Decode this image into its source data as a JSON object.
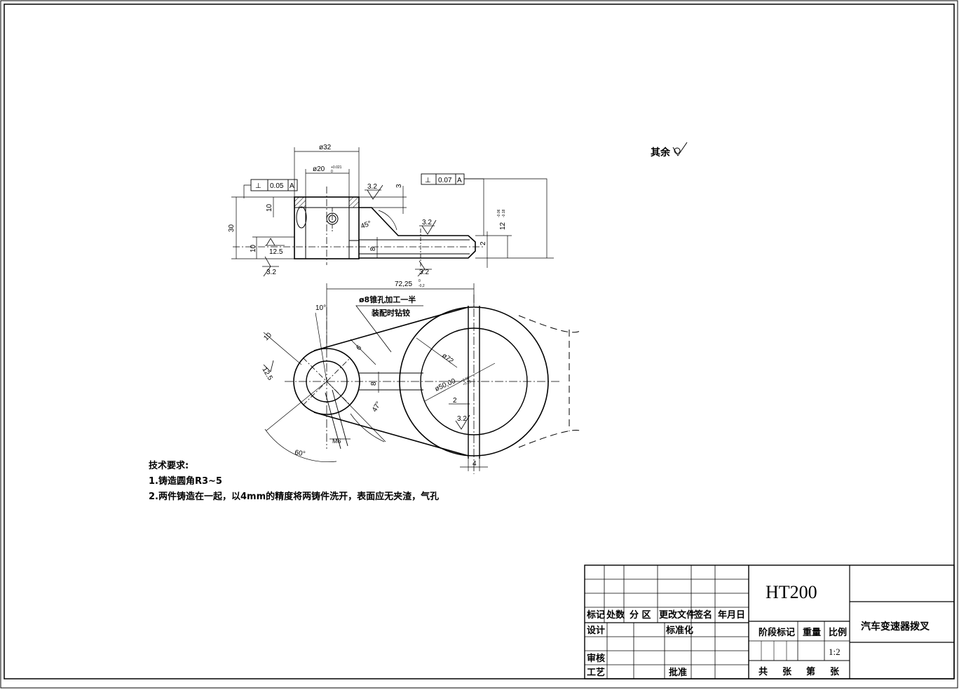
{
  "sheet": {
    "rest_roughness_label": "其余"
  },
  "front_view": {
    "dim_od32": "ø32",
    "dim_bore20": "ø20",
    "dim_bore20_tol": "+0.021",
    "dim_bore20_tol_low": "0",
    "dim_10_top": "10",
    "dim_30": "30",
    "dim_10_bottom": "10",
    "dim_8": "8",
    "dim_3": "3",
    "dim_2": "2",
    "dim_12": "12",
    "dim_12_tol": "-0.06",
    "dim_12_tol_low": "-0.18",
    "angle_45": "45°",
    "roughness_a": "3.2",
    "roughness_b": "3.2",
    "roughness_c": "3.2",
    "roughness_d": "3.2",
    "roughness_e": "12.5",
    "fcf_left_symbol": "⊥",
    "fcf_left_value": "0.05",
    "fcf_left_datum": "A",
    "fcf_right_symbol": "⊥",
    "fcf_right_value": "0.07",
    "fcf_right_datum": "A"
  },
  "top_view": {
    "dim_centre": "72,25",
    "dim_centre_tol": "0",
    "dim_centre_tol_low": "-0,2",
    "note_line1": "ø8锥孔加工一半",
    "note_line2": "装配时钻铰",
    "dim_ø72": "ø72",
    "dim_ø50": "ø50,00",
    "dim_ø50_tol": "+0.50",
    "dim_ø50_tol_low": "+0.25",
    "dim_2": "2",
    "dim_4": "4",
    "dim_6": "6",
    "dim_8": "8",
    "dim_10": "10",
    "dim_m6": "M6",
    "angle_10": "10°",
    "angle_47": "47°",
    "angle_60": "60°",
    "roughness_r": "3.2",
    "roughness_l": "12.5"
  },
  "tech_notes": {
    "title": "技术要求:",
    "line1": "1.铸造圆角R3~5",
    "line2": "2.两件铸造在一起，以4mm的精度将两铸件洗开，表面应无夹渣，气孔"
  },
  "title_block": {
    "material": "HT200",
    "part_name": "汽车变速器拨叉",
    "col_mark": "标记",
    "col_qty": "处数",
    "col_zone": "分 区",
    "col_change_doc": "更改文件",
    "col_sign": "签名",
    "col_date": "年月日",
    "row_design": "设计",
    "row_standard": "标准化",
    "row_review": "审核",
    "row_process": "工艺",
    "row_approve": "批准",
    "stage_mark": "阶段标记",
    "weight": "重量",
    "scale_label": "比例",
    "scale_value": "1:2",
    "total": "共",
    "sheets1": "张",
    "number": "第",
    "sheets2": "张"
  }
}
